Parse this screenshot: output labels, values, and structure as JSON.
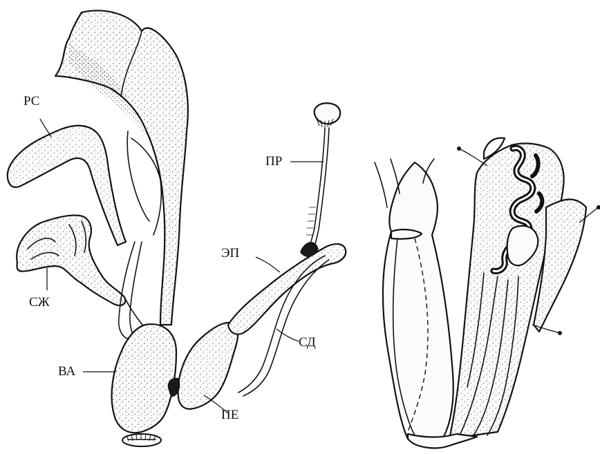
{
  "labels": {
    "rs": "РС",
    "szh": "СЖ",
    "va": "ВА",
    "pr": "ПР",
    "ep": "ЭП",
    "sd": "СД",
    "pe": "ПЕ"
  }
}
